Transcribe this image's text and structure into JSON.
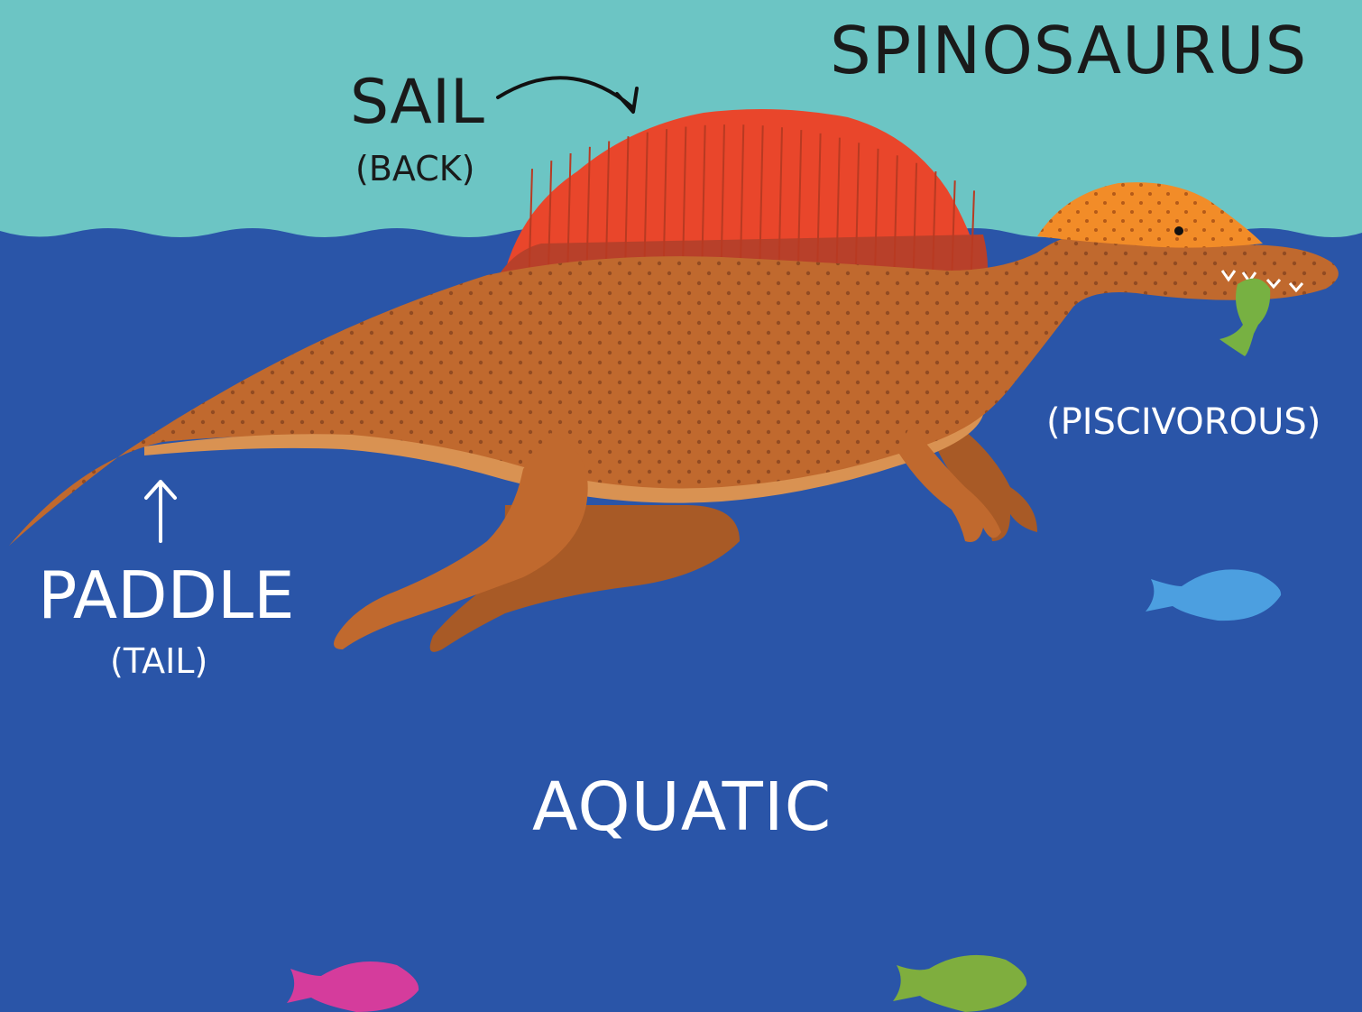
{
  "title": "SPINOSAURUS",
  "labels": {
    "sail": "SAIL",
    "sail_note": "(BACK)",
    "paddle": "PADDLE",
    "paddle_note": "(TAIL)",
    "diet": "(PISCIVOROUS)",
    "habitat": "AQUATIC"
  },
  "colors": {
    "sky": "#6cc5c4",
    "water": "#2a55a8",
    "dino_body": "#c0692e",
    "dino_belly": "#d99252",
    "sail": "#e9462b",
    "head_crest": "#f28c28",
    "fish_blue": "#4c9fe0",
    "fish_pink": "#d53c9c",
    "fish_green": "#7fae3e",
    "fish_held": "#77b142"
  },
  "icons": [
    "arrow-icon",
    "fish-icon"
  ]
}
